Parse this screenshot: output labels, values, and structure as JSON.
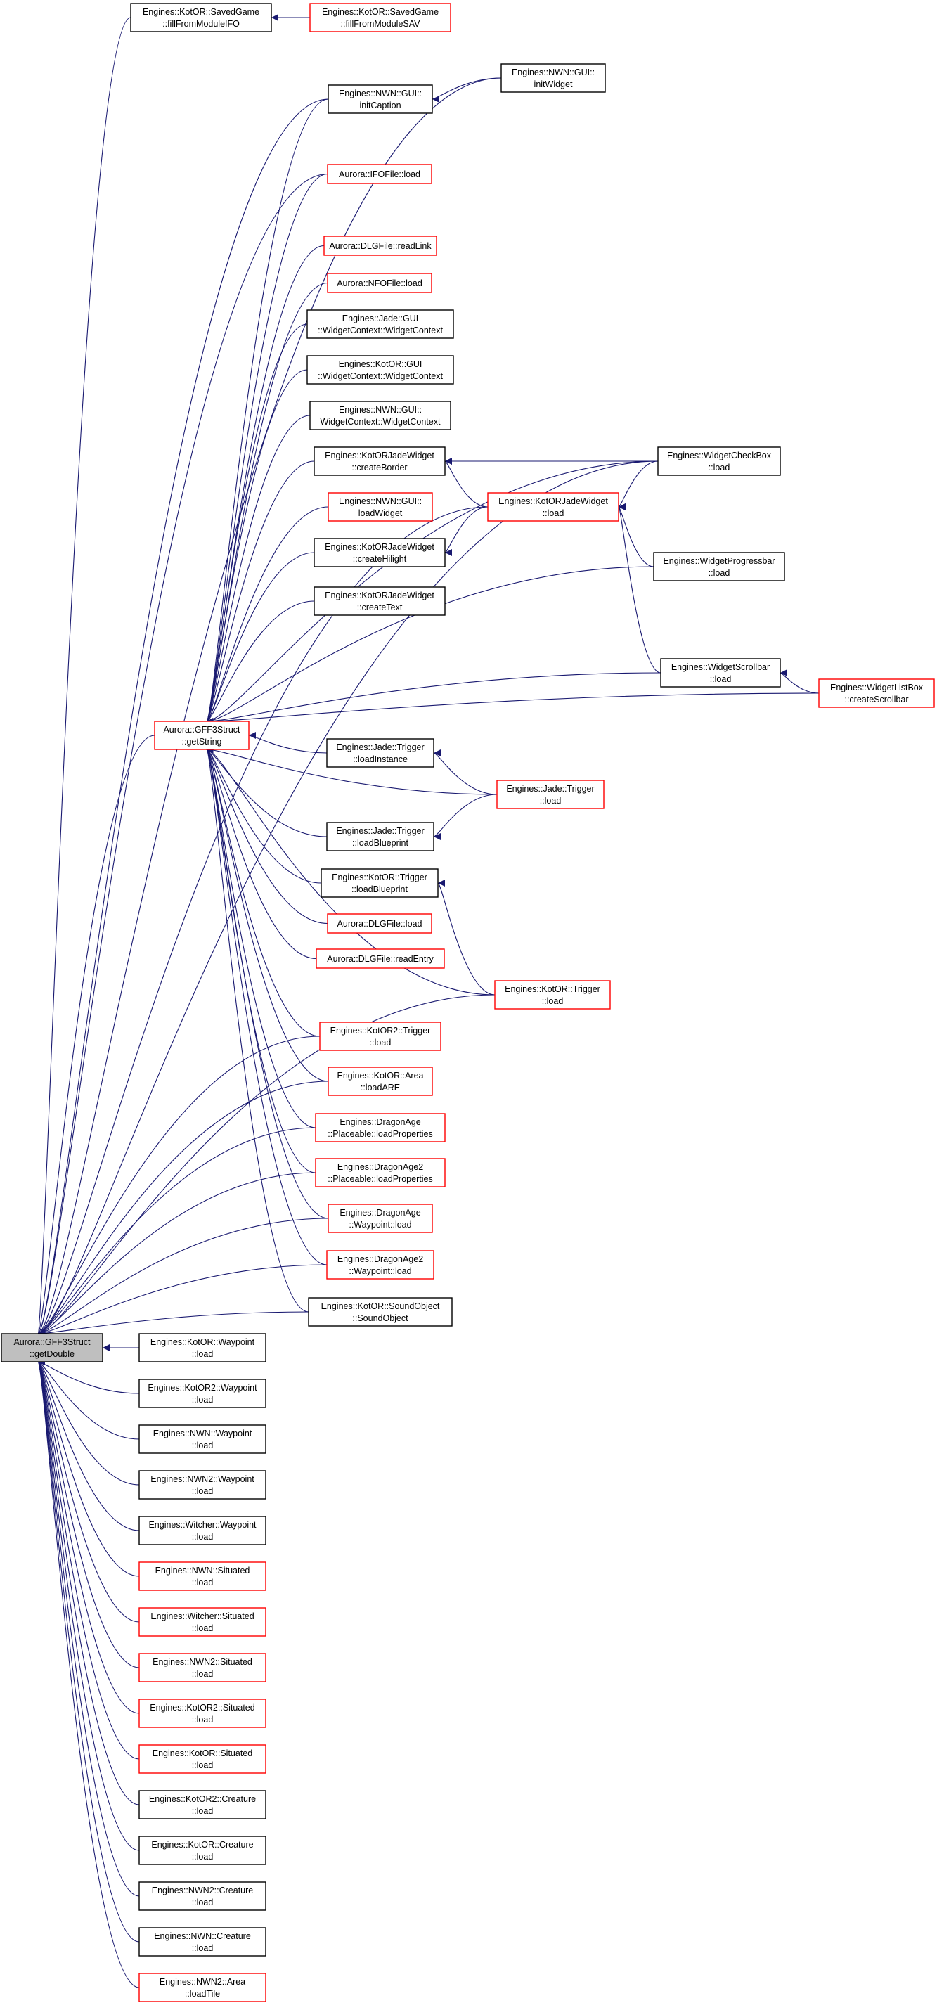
{
  "colors": {
    "edge": "#191970",
    "border_default": "#000000",
    "border_truncated": "#ff0000",
    "root_fill": "#bfbfbf",
    "node_fill": "#ffffff"
  },
  "nodes": [
    {
      "id": "root",
      "lines": [
        "Aurora::GFF3Struct",
        "::getDouble"
      ],
      "style": "root"
    },
    {
      "id": "getString",
      "lines": [
        "Aurora::GFF3Struct",
        "::getString"
      ],
      "style": "truncated"
    },
    {
      "id": "fillIFO",
      "lines": [
        "Engines::KotOR::SavedGame",
        "::fillFromModuleIFO"
      ],
      "style": "default"
    },
    {
      "id": "fillSAV",
      "lines": [
        "Engines::KotOR::SavedGame",
        "::fillFromModuleSAV"
      ],
      "style": "truncated"
    },
    {
      "id": "initCaption",
      "lines": [
        "Engines::NWN::GUI::",
        "initCaption"
      ],
      "style": "default"
    },
    {
      "id": "initWidget",
      "lines": [
        "Engines::NWN::GUI::",
        "initWidget"
      ],
      "style": "default"
    },
    {
      "id": "ifoLoad",
      "lines": [
        "Aurora::IFOFile::load"
      ],
      "style": "truncated"
    },
    {
      "id": "dlgReadLink",
      "lines": [
        "Aurora::DLGFile::readLink"
      ],
      "style": "truncated"
    },
    {
      "id": "nfoLoad",
      "lines": [
        "Aurora::NFOFile::load"
      ],
      "style": "truncated"
    },
    {
      "id": "jadeWC",
      "lines": [
        "Engines::Jade::GUI",
        "::WidgetContext::WidgetContext"
      ],
      "style": "default"
    },
    {
      "id": "kotorWC",
      "lines": [
        "Engines::KotOR::GUI",
        "::WidgetContext::WidgetContext"
      ],
      "style": "default"
    },
    {
      "id": "nwnWC",
      "lines": [
        "Engines::NWN::GUI::",
        "WidgetContext::WidgetContext"
      ],
      "style": "default"
    },
    {
      "id": "createBorder",
      "lines": [
        "Engines::KotORJadeWidget",
        "::createBorder"
      ],
      "style": "default"
    },
    {
      "id": "kjwLoad",
      "lines": [
        "Engines::KotORJadeWidget",
        "::load"
      ],
      "style": "truncated"
    },
    {
      "id": "checkBox",
      "lines": [
        "Engines::WidgetCheckBox",
        "::load"
      ],
      "style": "default"
    },
    {
      "id": "nwnLoadWidget",
      "lines": [
        "Engines::NWN::GUI::",
        "loadWidget"
      ],
      "style": "truncated"
    },
    {
      "id": "createHilight",
      "lines": [
        "Engines::KotORJadeWidget",
        "::createHilight"
      ],
      "style": "default"
    },
    {
      "id": "progressbar",
      "lines": [
        "Engines::WidgetProgressbar",
        "::load"
      ],
      "style": "default"
    },
    {
      "id": "createText",
      "lines": [
        "Engines::KotORJadeWidget",
        "::createText"
      ],
      "style": "default"
    },
    {
      "id": "scrollbar",
      "lines": [
        "Engines::WidgetScrollbar",
        "::load"
      ],
      "style": "default"
    },
    {
      "id": "listBox",
      "lines": [
        "Engines::WidgetListBox",
        "::createScrollbar"
      ],
      "style": "truncated"
    },
    {
      "id": "jadeLoadInstance",
      "lines": [
        "Engines::Jade::Trigger",
        "::loadInstance"
      ],
      "style": "default"
    },
    {
      "id": "jadeTriggerLoad",
      "lines": [
        "Engines::Jade::Trigger",
        "::load"
      ],
      "style": "truncated"
    },
    {
      "id": "jadeLoadBlueprint",
      "lines": [
        "Engines::Jade::Trigger",
        "::loadBlueprint"
      ],
      "style": "default"
    },
    {
      "id": "kotorLoadBlueprint",
      "lines": [
        "Engines::KotOR::Trigger",
        "::loadBlueprint"
      ],
      "style": "default"
    },
    {
      "id": "dlgLoad",
      "lines": [
        "Aurora::DLGFile::load"
      ],
      "style": "truncated"
    },
    {
      "id": "dlgReadEntry",
      "lines": [
        "Aurora::DLGFile::readEntry"
      ],
      "style": "truncated"
    },
    {
      "id": "kotorTriggerLoad",
      "lines": [
        "Engines::KotOR::Trigger",
        "::load"
      ],
      "style": "truncated"
    },
    {
      "id": "kotor2Trigger",
      "lines": [
        "Engines::KotOR2::Trigger",
        "::load"
      ],
      "style": "truncated"
    },
    {
      "id": "kotorArea",
      "lines": [
        "Engines::KotOR::Area",
        "::loadARE"
      ],
      "style": "truncated"
    },
    {
      "id": "daPlaceable",
      "lines": [
        "Engines::DragonAge",
        "::Placeable::loadProperties"
      ],
      "style": "truncated"
    },
    {
      "id": "da2Placeable",
      "lines": [
        "Engines::DragonAge2",
        "::Placeable::loadProperties"
      ],
      "style": "truncated"
    },
    {
      "id": "daWaypoint",
      "lines": [
        "Engines::DragonAge",
        "::Waypoint::load"
      ],
      "style": "truncated"
    },
    {
      "id": "da2Waypoint",
      "lines": [
        "Engines::DragonAge2",
        "::Waypoint::load"
      ],
      "style": "truncated"
    },
    {
      "id": "soundObject",
      "lines": [
        "Engines::KotOR::SoundObject",
        "::SoundObject"
      ],
      "style": "default"
    },
    {
      "id": "kotorWaypoint",
      "lines": [
        "Engines::KotOR::Waypoint",
        "::load"
      ],
      "style": "default"
    },
    {
      "id": "kotor2Waypoint",
      "lines": [
        "Engines::KotOR2::Waypoint",
        "::load"
      ],
      "style": "default"
    },
    {
      "id": "nwnWaypoint",
      "lines": [
        "Engines::NWN::Waypoint",
        "::load"
      ],
      "style": "default"
    },
    {
      "id": "nwn2Waypoint",
      "lines": [
        "Engines::NWN2::Waypoint",
        "::load"
      ],
      "style": "default"
    },
    {
      "id": "witcherWaypoint",
      "lines": [
        "Engines::Witcher::Waypoint",
        "::load"
      ],
      "style": "default"
    },
    {
      "id": "nwnSituated",
      "lines": [
        "Engines::NWN::Situated",
        "::load"
      ],
      "style": "truncated"
    },
    {
      "id": "witcherSituated",
      "lines": [
        "Engines::Witcher::Situated",
        "::load"
      ],
      "style": "truncated"
    },
    {
      "id": "nwn2Situated",
      "lines": [
        "Engines::NWN2::Situated",
        "::load"
      ],
      "style": "truncated"
    },
    {
      "id": "kotor2Situated",
      "lines": [
        "Engines::KotOR2::Situated",
        "::load"
      ],
      "style": "truncated"
    },
    {
      "id": "kotorSituated",
      "lines": [
        "Engines::KotOR::Situated",
        "::load"
      ],
      "style": "truncated"
    },
    {
      "id": "kotor2Creature",
      "lines": [
        "Engines::KotOR2::Creature",
        "::load"
      ],
      "style": "default"
    },
    {
      "id": "kotorCreature",
      "lines": [
        "Engines::KotOR::Creature",
        "::load"
      ],
      "style": "default"
    },
    {
      "id": "nwn2Creature",
      "lines": [
        "Engines::NWN2::Creature",
        "::load"
      ],
      "style": "default"
    },
    {
      "id": "nwnCreature",
      "lines": [
        "Engines::NWN::Creature",
        "::load"
      ],
      "style": "default"
    },
    {
      "id": "nwn2Area",
      "lines": [
        "Engines::NWN2::Area",
        "::loadTile"
      ],
      "style": "truncated"
    }
  ],
  "edges": [
    {
      "from": "fillSAV",
      "to": "fillIFO"
    },
    {
      "from": "initWidget",
      "to": "initCaption"
    },
    {
      "from": "kjwLoad",
      "to": "createBorder"
    },
    {
      "from": "checkBox",
      "to": "createBorder"
    },
    {
      "from": "checkBox",
      "to": "kjwLoad"
    },
    {
      "from": "progressbar",
      "to": "kjwLoad"
    },
    {
      "from": "scrollbar",
      "to": "kjwLoad"
    },
    {
      "from": "kjwLoad",
      "to": "createHilight"
    },
    {
      "from": "listBox",
      "to": "scrollbar"
    },
    {
      "from": "jadeTriggerLoad",
      "to": "jadeLoadInstance"
    },
    {
      "from": "jadeTriggerLoad",
      "to": "jadeLoadBlueprint"
    },
    {
      "from": "kotorTriggerLoad",
      "to": "kotorLoadBlueprint"
    },
    {
      "from": "initCaption",
      "to": "getString"
    },
    {
      "from": "ifoLoad",
      "to": "getString"
    },
    {
      "from": "dlgReadLink",
      "to": "getString"
    },
    {
      "from": "nfoLoad",
      "to": "getString"
    },
    {
      "from": "jadeWC",
      "to": "getString"
    },
    {
      "from": "kotorWC",
      "to": "getString"
    },
    {
      "from": "nwnWC",
      "to": "getString"
    },
    {
      "from": "createBorder",
      "to": "getString"
    },
    {
      "from": "nwnLoadWidget",
      "to": "getString"
    },
    {
      "from": "createHilight",
      "to": "getString"
    },
    {
      "from": "createText",
      "to": "getString"
    },
    {
      "from": "checkBox",
      "to": "getString"
    },
    {
      "from": "progressbar",
      "to": "getString"
    },
    {
      "from": "scrollbar",
      "to": "getString"
    },
    {
      "from": "listBox",
      "to": "getString"
    },
    {
      "from": "jadeLoadInstance",
      "to": "getString"
    },
    {
      "from": "jadeTriggerLoad",
      "to": "getString"
    },
    {
      "from": "jadeLoadBlueprint",
      "to": "getString"
    },
    {
      "from": "kotorLoadBlueprint",
      "to": "getString"
    },
    {
      "from": "dlgLoad",
      "to": "getString"
    },
    {
      "from": "dlgReadEntry",
      "to": "getString"
    },
    {
      "from": "kotorTriggerLoad",
      "to": "getString"
    },
    {
      "from": "kotor2Trigger",
      "to": "getString"
    },
    {
      "from": "kotorArea",
      "to": "getString"
    },
    {
      "from": "daPlaceable",
      "to": "getString"
    },
    {
      "from": "da2Placeable",
      "to": "getString"
    },
    {
      "from": "daWaypoint",
      "to": "getString"
    },
    {
      "from": "da2Waypoint",
      "to": "getString"
    },
    {
      "from": "soundObject",
      "to": "getString"
    },
    {
      "from": "getString",
      "to": "root"
    },
    {
      "from": "fillIFO",
      "to": "root"
    },
    {
      "from": "initCaption",
      "to": "root"
    },
    {
      "from": "initWidget",
      "to": "root"
    },
    {
      "from": "ifoLoad",
      "to": "root"
    },
    {
      "from": "kjwLoad",
      "to": "root"
    },
    {
      "from": "checkBox",
      "to": "root"
    },
    {
      "from": "kotorTriggerLoad",
      "to": "root"
    },
    {
      "from": "kotor2Trigger",
      "to": "root"
    },
    {
      "from": "kotorArea",
      "to": "root"
    },
    {
      "from": "daPlaceable",
      "to": "root"
    },
    {
      "from": "da2Placeable",
      "to": "root"
    },
    {
      "from": "daWaypoint",
      "to": "root"
    },
    {
      "from": "da2Waypoint",
      "to": "root"
    },
    {
      "from": "soundObject",
      "to": "root"
    },
    {
      "from": "kotorWaypoint",
      "to": "root"
    },
    {
      "from": "kotor2Waypoint",
      "to": "root"
    },
    {
      "from": "nwnWaypoint",
      "to": "root"
    },
    {
      "from": "nwn2Waypoint",
      "to": "root"
    },
    {
      "from": "witcherWaypoint",
      "to": "root"
    },
    {
      "from": "nwnSituated",
      "to": "root"
    },
    {
      "from": "witcherSituated",
      "to": "root"
    },
    {
      "from": "nwn2Situated",
      "to": "root"
    },
    {
      "from": "kotor2Situated",
      "to": "root"
    },
    {
      "from": "kotorSituated",
      "to": "root"
    },
    {
      "from": "kotor2Creature",
      "to": "root"
    },
    {
      "from": "kotorCreature",
      "to": "root"
    },
    {
      "from": "nwn2Creature",
      "to": "root"
    },
    {
      "from": "nwnCreature",
      "to": "root"
    },
    {
      "from": "nwn2Area",
      "to": "root"
    }
  ]
}
